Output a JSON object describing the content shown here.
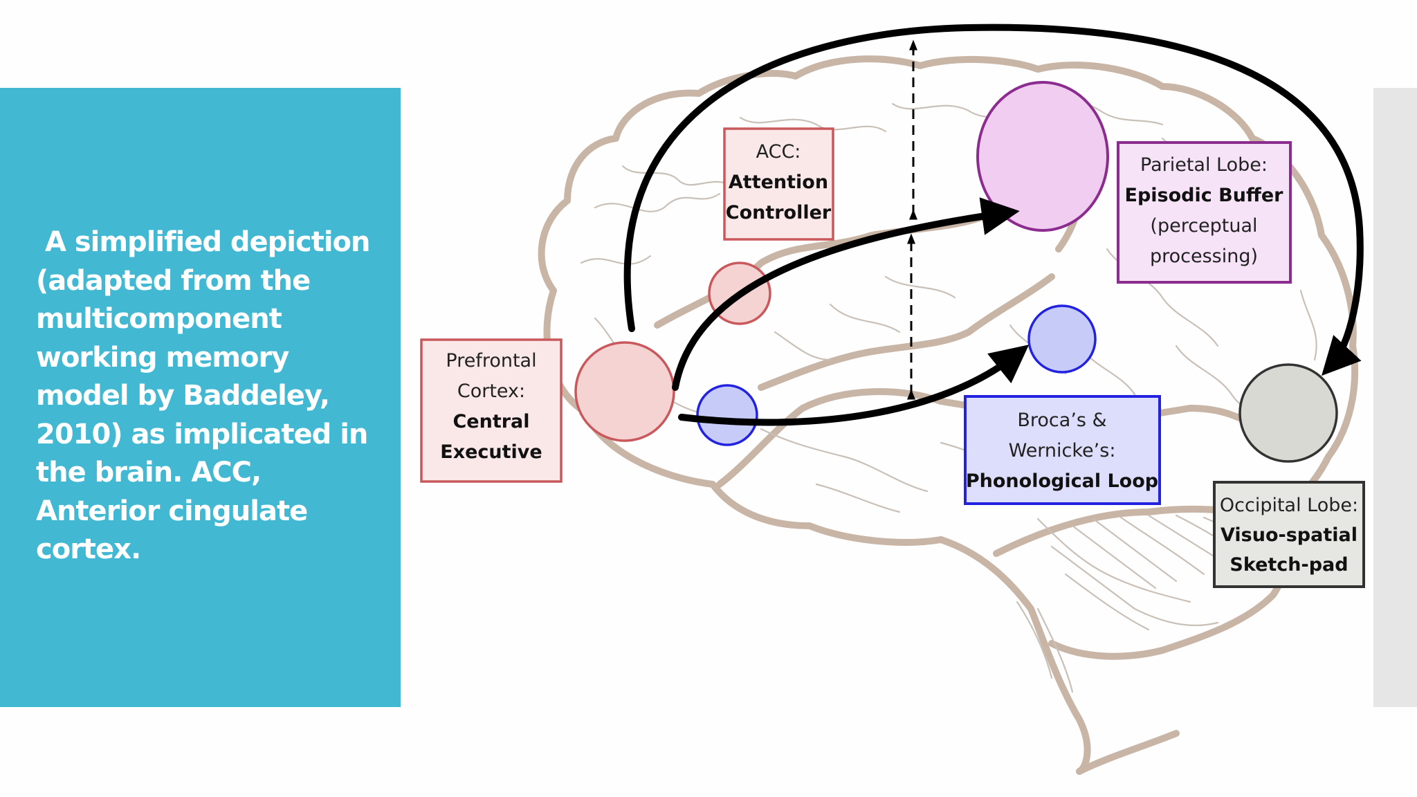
{
  "caption": " A simplified depiction (adapted from the multicomponent working memory model by Baddeley, 2010) as implicated in the brain. ACC, Anterior cingulate cortex.",
  "labels": {
    "prefrontal": {
      "line1": "Prefrontal",
      "line2": "Cortex:",
      "line3": "Central",
      "line4": "Executive"
    },
    "acc": {
      "line1": "ACC:",
      "line2": "Attention",
      "line3": "Controller"
    },
    "parietal": {
      "line1": "Parietal Lobe:",
      "line2": "Episodic Buffer",
      "line3": "(perceptual",
      "line4": "processing)"
    },
    "broca": {
      "line1": "Broca’s &",
      "line2": "Wernicke’s:",
      "line3": "Phonological Loop"
    },
    "occipital": {
      "line1": "Occipital Lobe:",
      "line2": "Visuo-spatial",
      "line3": "Sketch-pad"
    }
  },
  "colors": {
    "panel": "#42b8d3",
    "prefrontal": "#c9585c",
    "acc": "#c9585c",
    "parietal": "#8b2c8f",
    "broca": "#2222e0",
    "occipital": "#333333",
    "brain_outline": "#c8b5a6"
  }
}
